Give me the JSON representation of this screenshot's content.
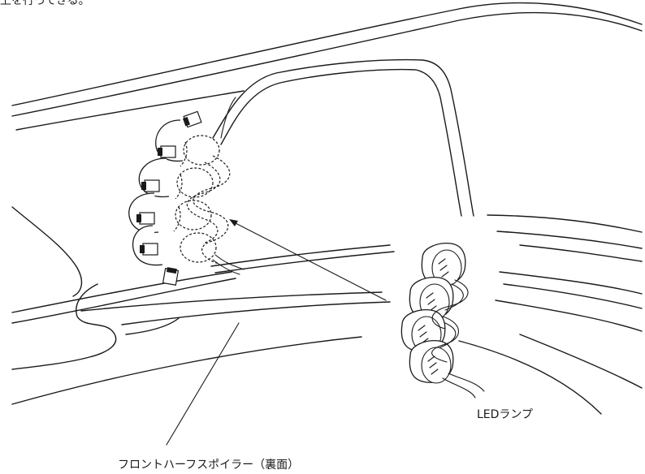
{
  "figure": {
    "top_text_fragment": "上を行ってきる。",
    "led_lamp_label": "LEDランプ",
    "spoiler_label": "フロントハーフスポイラー（裏面）",
    "stroke_color": "#1a1a1a",
    "background_color": "#ffffff"
  }
}
